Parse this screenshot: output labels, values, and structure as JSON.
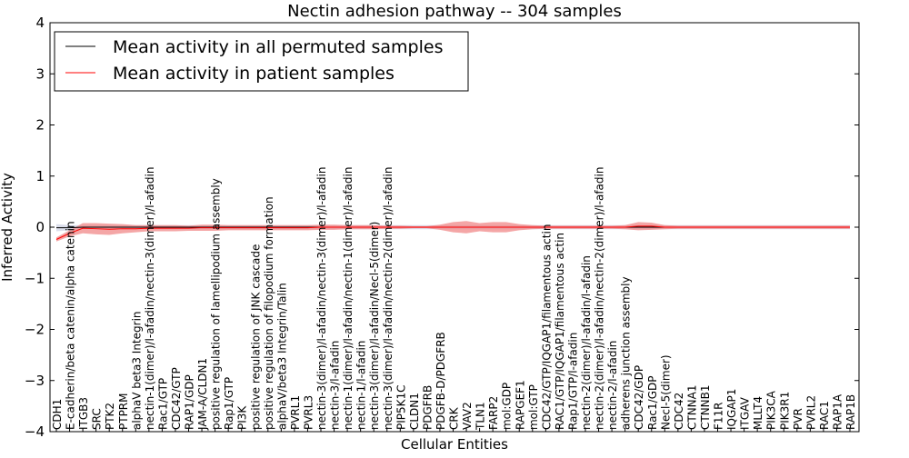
{
  "chart_data": {
    "type": "line",
    "title": "Nectin adhesion pathway -- 304 samples",
    "xlabel": "Cellular Entities",
    "ylabel": "Inferred Activity",
    "ylim": [
      -4,
      4
    ],
    "yticks": [
      -4,
      -3,
      -2,
      -1,
      0,
      1,
      2,
      3,
      4
    ],
    "ytick_labels": [
      "−4",
      "−3",
      "−2",
      "−1",
      "0",
      "1",
      "2",
      "3",
      "4"
    ],
    "grid": false,
    "legend_position": "top-left",
    "categories": [
      "CDH1",
      "E-cadherin/beta catenin/alpha catenin",
      "ITGB3",
      "SRC",
      "PTK2",
      "PTPRM",
      "alphaV beta3 Integrin",
      "nectin-1(dimer)/l-afadin/nectin-3(dimer)/l-afadin",
      "Rac1/GTP",
      "CDC42/GTP",
      "RAP1/GDP",
      "JAM-A/CLDN1",
      "positive regulation of lamellipodium assembly",
      "Rap1/GTP",
      "PI3K",
      "positive regulation of JNK cascade",
      "positive regulation of filopodium formation",
      "alphaV/beta3 Integrin/Talin",
      "PVRL1",
      "PVRL3",
      "nectin-3(dimer)/l-afadin/nectin-3(dimer)/l-afadin",
      "nectin-3/l-afadin",
      "nectin-1(dimer)/l-afadin/nectin-1(dimer)/l-afadin",
      "nectin-1/l-afadin",
      "nectin-3(dimer)/l-afadin/Necl-5(dimer)",
      "nectin-3(dimer)/l-afadin/nectin-2(dimer)/l-afadin",
      "PIP5K1C",
      "CLDN1",
      "PDGFRB",
      "PDGFB-D/PDGFRB",
      "CRK",
      "VAV2",
      "TLN1",
      "FARP2",
      "mol:GDP",
      "RAPGEF1",
      "mol:GTP",
      "CDC42/GTP/IQGAP1/filamentous actin",
      "RAC1/GTP/IQGAP1/filamentous actin",
      "Rap1/GTP/l-afadin",
      "nectin-2(dimer)/l-afadin/l-afadin",
      "nectin-2(dimer)/l-afadin/nectin-2(dimer)/l-afadin",
      "nectin-2/l-afadin",
      "adherens junction assembly",
      "CDC42/GDP",
      "Rac1/GDP",
      "Necl-5(dimer)",
      "CDC42",
      "CTNNA1",
      "CTNNB1",
      "F11R",
      "IQGAP1",
      "ITGAV",
      "MLLT4",
      "PIK3CA",
      "PIK3R1",
      "PVR",
      "PVRL2",
      "RAC1",
      "RAP1A",
      "RAP1B"
    ],
    "series": [
      {
        "name": "Mean activity in all permuted samples",
        "color": "#000000",
        "band_color": "#b7bed8",
        "values": [
          -0.01,
          -0.01,
          0,
          0,
          0,
          0,
          0,
          0,
          0,
          0,
          0,
          0,
          0,
          0,
          0,
          0,
          0,
          0,
          0,
          0,
          0,
          0,
          0,
          0,
          0,
          0,
          0,
          0,
          0,
          0,
          0,
          0,
          0,
          0,
          0,
          0,
          0,
          0,
          0,
          0,
          0,
          0,
          0,
          0,
          0,
          0,
          0,
          0,
          0,
          0,
          0,
          0,
          0,
          0,
          0,
          0,
          0,
          0,
          0,
          0,
          0
        ],
        "band_halfwidth": [
          0.07,
          0.05,
          0.04,
          0.04,
          0.04,
          0.04,
          0.04,
          0.04,
          0.04,
          0.04,
          0.04,
          0.04,
          0.04,
          0.04,
          0.04,
          0.04,
          0.04,
          0.04,
          0.04,
          0.04,
          0.04,
          0.04,
          0.04,
          0.04,
          0.04,
          0.04,
          0.04,
          0.04,
          0.04,
          0.04,
          0.04,
          0.04,
          0.04,
          0.04,
          0.04,
          0.04,
          0.04,
          0.04,
          0.04,
          0.04,
          0.04,
          0.04,
          0.04,
          0.04,
          0.04,
          0.04,
          0.04,
          0.04,
          0.04,
          0.04,
          0.04,
          0.04,
          0.04,
          0.04,
          0.04,
          0.04,
          0.04,
          0.04,
          0.04,
          0.04,
          0.04
        ]
      },
      {
        "name": "Mean activity in patient samples",
        "color": "#ff0000",
        "band_color": "#f08080",
        "values": [
          -0.24,
          -0.12,
          -0.02,
          -0.03,
          -0.04,
          -0.03,
          -0.03,
          -0.02,
          -0.02,
          -0.02,
          -0.02,
          -0.01,
          -0.01,
          -0.01,
          -0.01,
          -0.01,
          -0.01,
          -0.01,
          -0.01,
          -0.01,
          0,
          0,
          0,
          0,
          0,
          0,
          0,
          0,
          0,
          0,
          0,
          0,
          0,
          0,
          0,
          0,
          0,
          0,
          0,
          0,
          0,
          0,
          0,
          0,
          0.02,
          0.02,
          0,
          0,
          0,
          0,
          0,
          0,
          0,
          0,
          0,
          0,
          0,
          0,
          0,
          0,
          0
        ],
        "band_halfwidth": [
          0.04,
          0.06,
          0.1,
          0.11,
          0.11,
          0.09,
          0.07,
          0.06,
          0.06,
          0.06,
          0.05,
          0.06,
          0.06,
          0.05,
          0.05,
          0.05,
          0.05,
          0.05,
          0.05,
          0.05,
          0.05,
          0.05,
          0.04,
          0.04,
          0.04,
          0.03,
          0.03,
          0.02,
          0.02,
          0.05,
          0.1,
          0.12,
          0.08,
          0.1,
          0.1,
          0.06,
          0.04,
          0.03,
          0.03,
          0.03,
          0.03,
          0.03,
          0.03,
          0.04,
          0.08,
          0.07,
          0.04,
          0.03,
          0.03,
          0.03,
          0.03,
          0.03,
          0.03,
          0.03,
          0.03,
          0.03,
          0.03,
          0.03,
          0.03,
          0.03,
          0.03
        ]
      }
    ]
  }
}
